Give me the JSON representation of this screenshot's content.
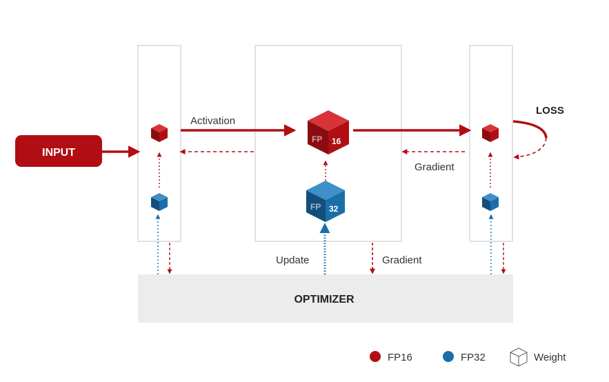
{
  "labels": {
    "input": "INPUT",
    "loss": "LOSS",
    "optimizer": "OPTIMIZER",
    "activation": "Activation",
    "gradient_right": "Gradient",
    "gradient_bottom": "Gradient",
    "update": "Update",
    "fp16_cube_prefix": "FP",
    "fp16_cube_bits": "16",
    "fp32_cube_prefix": "FP",
    "fp32_cube_bits": "32"
  },
  "legend": [
    {
      "label": "FP16",
      "color": "#b00e13",
      "icon": "red-dot"
    },
    {
      "label": "FP32",
      "color": "#1b6fa8",
      "icon": "blue-dot"
    },
    {
      "label": "Weight",
      "color": "#333333",
      "icon": "wireframe-cube-icon"
    }
  ],
  "colors": {
    "fp16": "#b00e13",
    "fp32": "#1b6fa8",
    "optimizer_bg": "#ececec",
    "box_border": "#cfcfcf"
  }
}
